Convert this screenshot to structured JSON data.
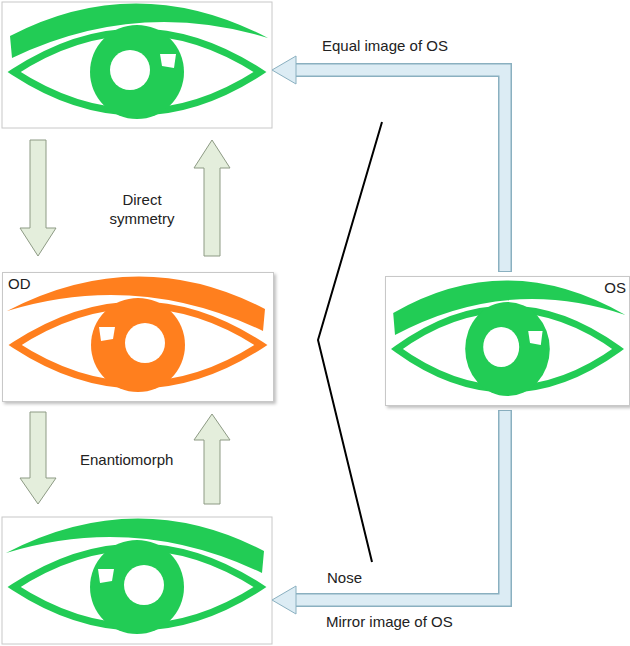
{
  "diagram": {
    "nodes": [
      {
        "text": [
          "OD"
        ]
      },
      {
        "text": [
          "OS"
        ]
      }
    ],
    "labels": [
      "Equal image of OS",
      "Direct symmetry",
      "Enantiomorph",
      "Nose",
      "Mirror image of OS"
    ]
  }
}
